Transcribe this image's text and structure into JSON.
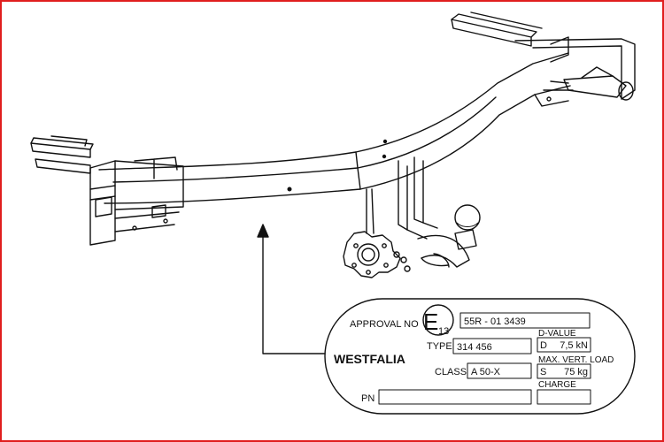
{
  "frame_color": "#e01e1e",
  "line_color": "#111111",
  "plate": {
    "approval_label": "APPROVAL NO",
    "e_mark_letter": "E",
    "e_mark_number": "13",
    "approval_value": "55R - 01 3439",
    "type_label": "TYPE",
    "type_value": "314 456",
    "class_label": "CLASS",
    "class_value": "A 50-X",
    "brand": "WESTFALIA",
    "brand_color": "#1f3f99",
    "dvalue_label": "D-VALUE",
    "d_letter": "D",
    "d_value": "7,5 kN",
    "load_label": "MAX. VERT. LOAD",
    "s_letter": "S",
    "s_value": "75 kg",
    "charge_label": "CHARGE",
    "pn_label": "PN"
  }
}
